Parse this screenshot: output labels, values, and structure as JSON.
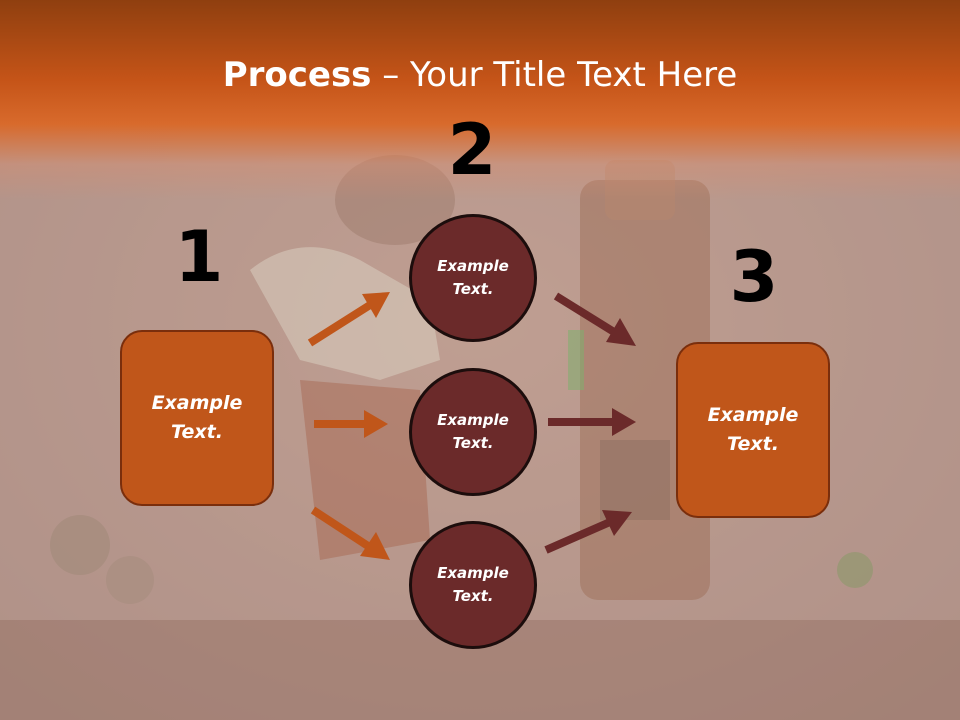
{
  "slide": {
    "title_bold": "Process",
    "title_rest": " – Your Title Text Here"
  },
  "steps": [
    {
      "number": "1",
      "label": "Example Text."
    },
    {
      "number": "2",
      "label": "Example Text."
    },
    {
      "number": "3",
      "label": "Example Text."
    }
  ],
  "middle_items": [
    {
      "label": "Example Text."
    },
    {
      "label": "Example Text."
    },
    {
      "label": "Example Text."
    }
  ],
  "colors": {
    "title_band": "#c55418",
    "box_fill": "#c0561a",
    "circle_fill": "#6b2a2a",
    "arrow_orange": "#c0561a",
    "arrow_maroon": "#6b2a2a"
  }
}
